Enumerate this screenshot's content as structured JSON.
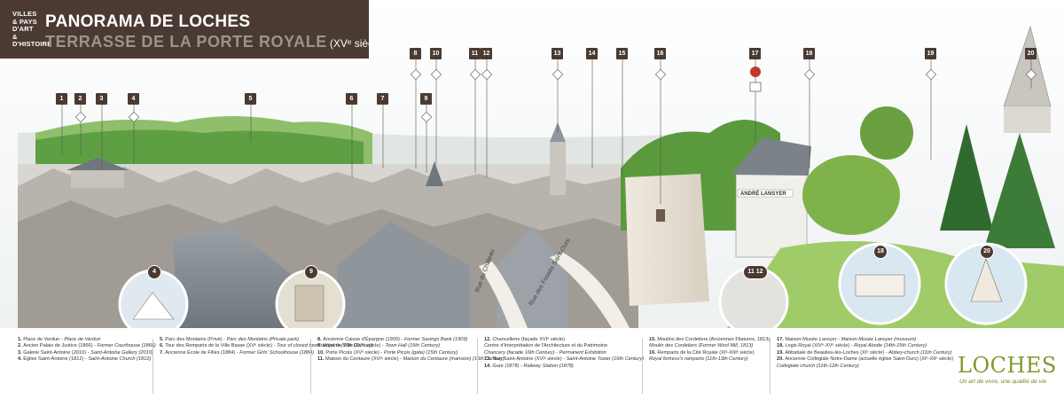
{
  "header": {
    "logo_lines": [
      "VILLES",
      "& PAYS",
      "D'ART &",
      "D'HISTOIRE"
    ],
    "title": "PANORAMA DE LOCHES",
    "subtitle": "TERRASSE DE LA PORTE ROYALE",
    "subtitle_suffix": "(XVᵉ siècle)"
  },
  "panorama": {
    "street_labels": [
      "Rue du Château",
      "Rue des Fossés Saint-Ours"
    ],
    "sign_text": "ANDRÉ LANSYER",
    "markers_top": [
      "1",
      "2",
      "3",
      "4",
      "5",
      "6",
      "7",
      "8",
      "9",
      "10",
      "11",
      "12",
      "13",
      "14",
      "15",
      "16",
      "17",
      "18",
      "19",
      "20"
    ],
    "inset_labels": [
      "4",
      "9",
      "11 12",
      "18",
      "20"
    ]
  },
  "legend": {
    "col1": [
      {
        "num": "1.",
        "fr": "Place de Verdun",
        "en": "Place de Verdun"
      },
      {
        "num": "2.",
        "fr": "Ancien Palais de Justice (1866)",
        "en": "Former Courthouse (1866)"
      },
      {
        "num": "3.",
        "fr": "Galerie Saint-Antoine (2010)",
        "en": "Saint-Antoine Gallery (2010)"
      },
      {
        "num": "4.",
        "fr": "Église Saint-Antoine (1812)",
        "en": "Saint-Antoine Church (1812)"
      }
    ],
    "col2": [
      {
        "num": "5.",
        "fr": "Parc des Montains (Privé)",
        "en": "Parc des Montains (Private park)"
      },
      {
        "num": "6.",
        "fr": "Tour des Remparts de la Ville Basse (XVᵉ siècle)",
        "en": "Tour of closed town'ramparts (15th Century)",
        "sub": true
      },
      {
        "num": "7.",
        "fr": "Ancienne École de Filles (1884)",
        "en": "Former Girls' Schoolhouse (1884)"
      }
    ],
    "col3": [
      {
        "num": "8.",
        "fr": "Ancienne Caisse d'Épargne (1909)",
        "en": "Former Savings Bank (1909)"
      },
      {
        "num": "9.",
        "fr": "Hôtel de Ville (XVIᵉ siècle)",
        "en": "Town Hall (16th Century)"
      },
      {
        "num": "10.",
        "fr": "Porte Picois (XVᵉ siècle)",
        "en": "Porte Picois (gate) (15th Century)"
      },
      {
        "num": "11.",
        "fr": "Maison du Centaure (XVIᵉ siècle)",
        "en": "Maison du Centaure (mansion) (16th Century)",
        "sub": true
      }
    ],
    "col4": [
      {
        "num": "12.",
        "fr": "Chancellerie (façade XVIᵉ siècle)",
        "en": ""
      },
      {
        "num": "",
        "fr": "Centre d'Interprétation de l'Architecture et du Patrimoine",
        "en": "",
        "sub": true
      },
      {
        "num": "",
        "fr": "Chancery (facade 16th Century)",
        "en": "Permanent Exhibition",
        "sub": true,
        "italicall": true
      },
      {
        "num": "13.",
        "fr": "Tour Saint-Antoine (XVIᵉ siècle)",
        "en": "Saint-Antoine Tower (16th Century)"
      },
      {
        "num": "14.",
        "fr": "Gare (1878)",
        "en": "Railway Station (1878)"
      }
    ],
    "col5": [
      {
        "num": "15.",
        "fr": "Moulins des Cordeliers (Anciennes Filatures, 1813)",
        "en": ""
      },
      {
        "num": "",
        "fr": "",
        "en": "Moulin des Cordeliers (Former Wool Mill, 1813)",
        "sub": true
      },
      {
        "num": "16.",
        "fr": "Remparts de la Cité Royale (XIᵉ-XIIIᵉ siècle)",
        "en": ""
      },
      {
        "num": "",
        "fr": "",
        "en": "Royal fortress's ramparts (11th-13th Century)",
        "sub": true
      }
    ],
    "col6": [
      {
        "num": "17.",
        "fr": "Maison-Musée Lansyer",
        "en": "Maison-Musée Lansyer (museum)"
      },
      {
        "num": "18.",
        "fr": "Logis Royal (XIVᵉ-XVᵉ siècle)",
        "en": "Royal Abode (14th-15th Century)"
      },
      {
        "num": "19.",
        "fr": "Abbatiale de Beaulieu-lès-Loches (XIᵉ siècle)",
        "en": "Abbey-church (11th Century)"
      },
      {
        "num": "20.",
        "fr": "Ancienne Collégiale Notre-Dame (actuelle église Saint-Ours) (XIᵉ-XIIᵉ siècle)",
        "en": ""
      },
      {
        "num": "",
        "fr": "",
        "en": "Collegiate church (11th-12th Century)",
        "sub": true
      }
    ]
  },
  "footer": {
    "brand": "LOCHES",
    "tagline": "Un art de vivre, une qualité de vie"
  },
  "colors": {
    "header_bg": "#4a3a31",
    "marker_bg": "#4a3a31",
    "marker_red": "#c0392b",
    "brand_green": "#7f9a2e"
  }
}
